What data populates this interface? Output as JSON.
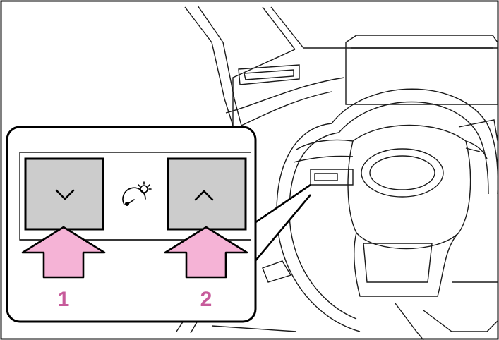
{
  "callouts": {
    "dimmer_down": {
      "label": "1"
    },
    "dimmer_up": {
      "label": "2"
    }
  },
  "icons": {
    "left_button": "chevron-down-icon",
    "center": "instrument-brightness-icon",
    "right_button": "chevron-up-icon",
    "arrows": "pink-push-arrow"
  },
  "colors": {
    "arrow_fill": "#f5b3d6",
    "callout_text": "#c75b9b",
    "button_fill": "#cccccc",
    "line": "#1a1a1a"
  }
}
